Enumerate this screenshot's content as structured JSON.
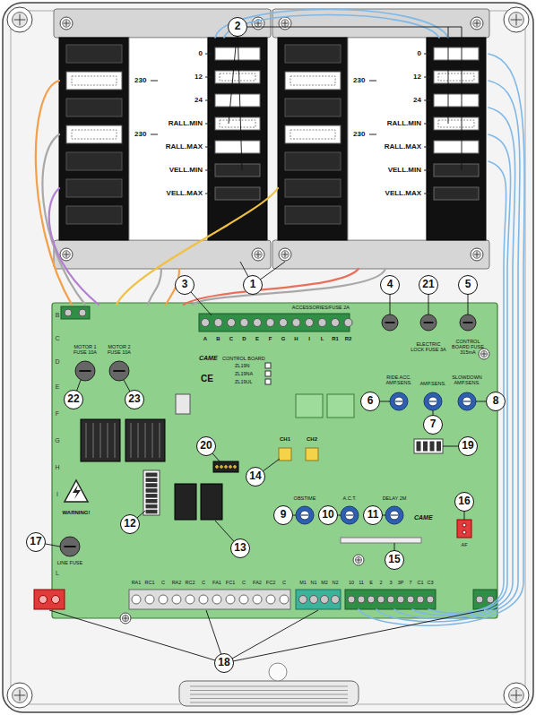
{
  "diagram": {
    "labels": [
      "2",
      "1",
      "3",
      "4",
      "21",
      "5",
      "230",
      "230",
      "0",
      "12",
      "24",
      "RALL.MIN",
      "RALL.MAX",
      "VELL.MIN",
      "VELL.MAX",
      "230",
      "230",
      "0",
      "12",
      "24",
      "RALL.MIN",
      "RALL.MAX",
      "VELL.MIN",
      "VELL.MAX",
      "ACCESSORIES/FUSE 2A",
      "A",
      "B",
      "C",
      "D",
      "E",
      "F",
      "G",
      "H",
      "I",
      "L",
      "R1",
      "R2",
      "ELECTRIC LOCK FUSE 3A",
      "CONTROL BOARD FUSE 315mA",
      "MOTOR 1 FUSE 10A",
      "MOTOR 2 FUSE 10A",
      "CAME",
      "CONTROL BOARD",
      "ZL19N",
      "ZL19NA",
      "ZL19UL",
      "CE",
      "RIDE ACC. AMP.SENS.",
      "AMP.SENS.",
      "SLOWDOWN AMP.SENS.",
      "6",
      "7",
      "8",
      "19",
      "22",
      "23",
      "WARNING!",
      "17",
      "LINE FUSE",
      "12",
      "20",
      "13",
      "CH1",
      "CH2",
      "14",
      "9",
      "10",
      "11",
      "OBSTIME",
      "A.C.T.",
      "DELAY 2M",
      "CAME",
      "15",
      "16",
      "AF",
      "RA1",
      "RC1",
      "C",
      "RA2",
      "RC2",
      "C",
      "FA1",
      "FC1",
      "C",
      "FA2",
      "FC2",
      "C",
      "M1",
      "N1",
      "M2",
      "N2",
      "10",
      "11",
      "E",
      "2",
      "3",
      "3P",
      "7",
      "C1",
      "C3",
      "18",
      "B",
      "C",
      "D",
      "E",
      "F",
      "G",
      "H",
      "I",
      "L"
    ]
  }
}
